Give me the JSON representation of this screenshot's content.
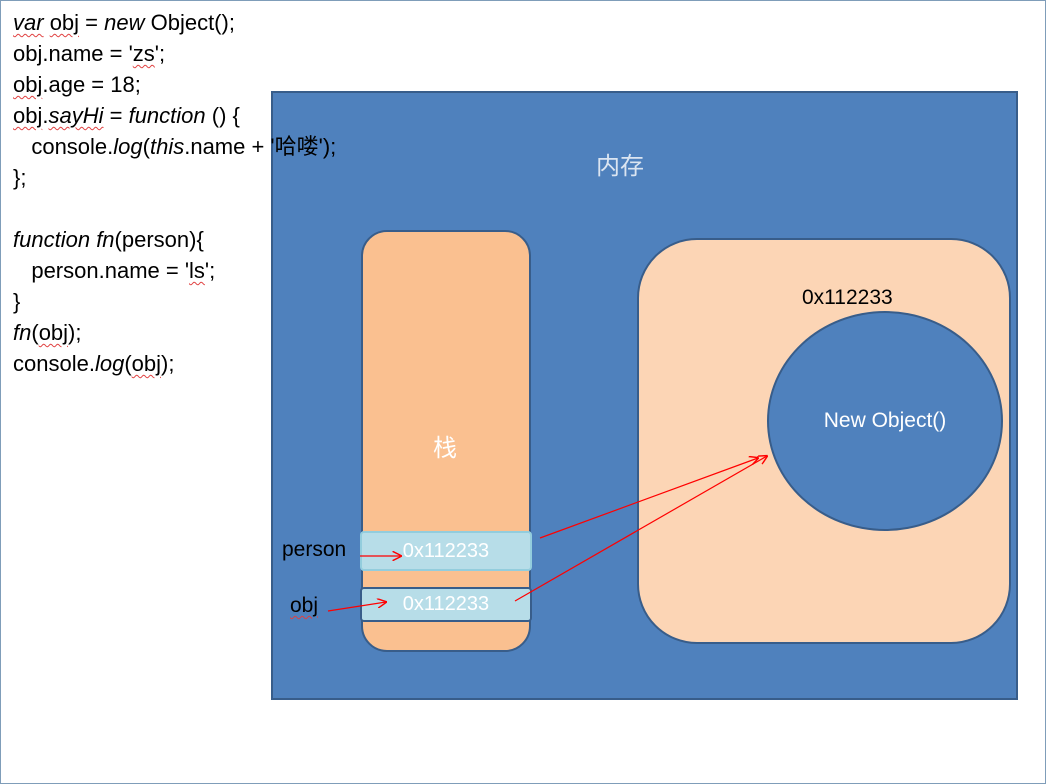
{
  "code": {
    "line1": {
      "kw_var": "var",
      "obj": "obj",
      "eq": " = ",
      "kw_new": "new",
      "rest": " Object();"
    },
    "line2": {
      "obj": "obj",
      "mid": ".name = '",
      "val": "zs",
      "end": "';"
    },
    "line3": {
      "obj": "obj",
      "rest": ".age = 18;"
    },
    "line4": {
      "obj": "obj",
      "dot": ".",
      "method": "sayHi",
      "eq": " = ",
      "kw_function": "function",
      "rest": " () {"
    },
    "line5": {
      "indent": "   console.",
      "log": "log",
      "paren": "(",
      "kw_this": "this",
      "rest": ".name + '哈喽');"
    },
    "line6": {
      "text": "};"
    },
    "line8": {
      "kw_function": "function",
      "sp": " ",
      "fn": "fn",
      "rest": "(person){"
    },
    "line9": {
      "indent": "   person.name = '",
      "val": "ls",
      "end": "';"
    },
    "line10": {
      "text": "}"
    },
    "line11": {
      "fn": "fn",
      "open": "(",
      "obj": "obj",
      "close": ");"
    },
    "line12": {
      "pre": "console.",
      "log": "log",
      "open": "(",
      "obj": "obj",
      "close": ");"
    }
  },
  "diagram": {
    "memory_label": "内存",
    "stack_label": "栈",
    "heap_address": "0x112233",
    "object_label": "New Object()",
    "person_cell": "0x112233",
    "obj_cell": "0x112233",
    "person_var": "person",
    "obj_var": "obj"
  },
  "colors": {
    "memory_fill": "#4f81bd",
    "stack_fill": "#fac090",
    "heap_fill": "#fcd5b5",
    "cell_fill": "#b7dde8",
    "arrow": "#ff0000"
  }
}
